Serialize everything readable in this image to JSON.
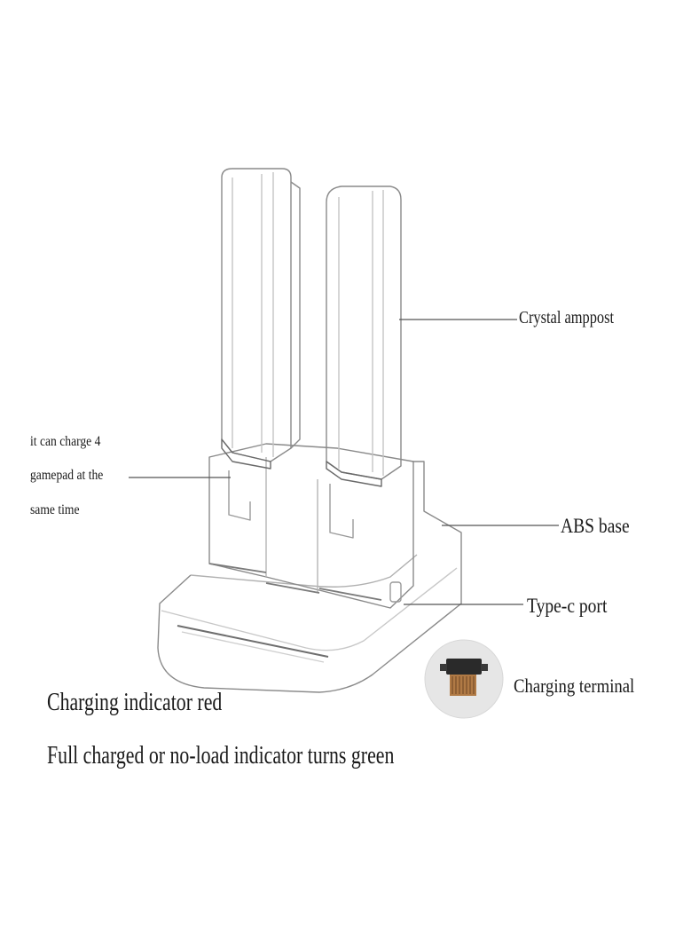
{
  "labels": {
    "crystal": "Crystal amppost",
    "abs_base": "ABS base",
    "type_c": "Type-c port",
    "charging_terminal": "Charging terminal"
  },
  "note": {
    "line1": "it can charge 4",
    "line2": "gamepad at the",
    "line3": "same time"
  },
  "indicators": {
    "charging": "Charging indicator red",
    "full": "Full charged or no-load indicator turns green"
  },
  "colors": {
    "line": "#555555",
    "pin": "#b07a45",
    "terminal_bg": "#e6e6e6"
  }
}
